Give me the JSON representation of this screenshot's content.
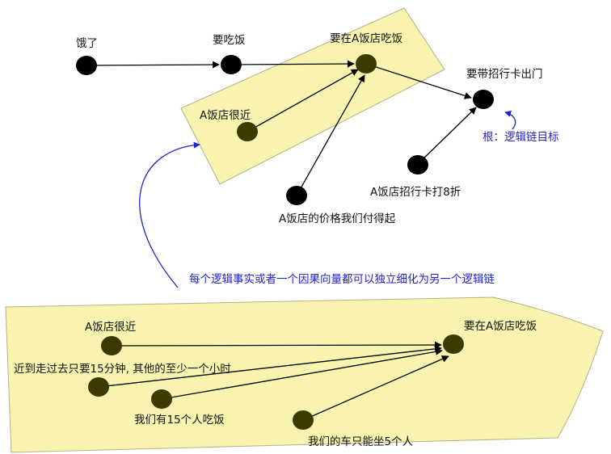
{
  "nodes": {
    "hungry": "饿了",
    "want_eat": "要吃饭",
    "eat_at_a_top": "要在A饭店吃饭",
    "bring_card": "要带招行卡出门",
    "a_near_top": "A饭店很近",
    "a_discount": "A饭店招行卡打8折",
    "a_affordable": "A饭店的价格我们付得起",
    "a_near_bottom": "A饭店很近",
    "walk_15min": "近到走过去只要15分钟, 其他的至少一个小时",
    "fifteen_people": "我们有15个人吃饭",
    "car_five": "我们的车只能坐5个人",
    "eat_at_a_bottom": "要在A饭店吃饭"
  },
  "annotations": {
    "root_label": "根：逻辑链目标",
    "refine_note": "每个逻辑事实或者一个因果向量都可以独立细化为另一个逻辑链"
  },
  "colors": {
    "highlight_fill": "#f8f4b0",
    "highlight_stroke": "#b4b088",
    "node_black": "#000000",
    "node_olive": "#3d3a00",
    "annotation_blue": "#2323c8"
  }
}
